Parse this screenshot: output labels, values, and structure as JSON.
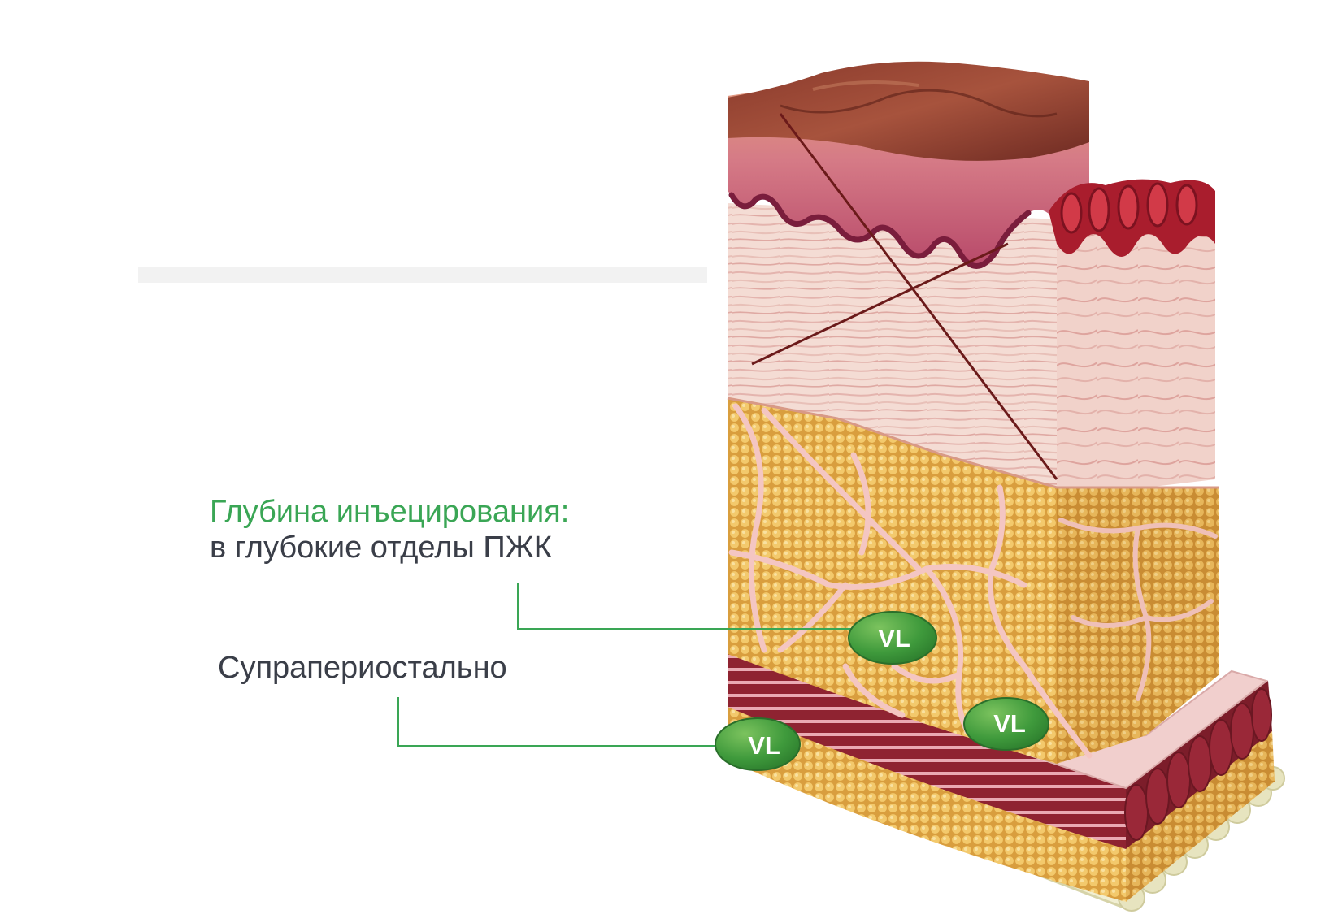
{
  "callouts": {
    "injection_depth_title": "Глубина инъецирования:",
    "injection_depth_detail": "в глубокие отделы ПЖК",
    "supraperiosteal": "Супрапериостально"
  },
  "markers": [
    {
      "label": "VL"
    },
    {
      "label": "VL"
    },
    {
      "label": "VL"
    }
  ],
  "colors": {
    "accent_green": "#3aa655",
    "text_dark": "#3a3e48",
    "marker_green": "#3f9a3c",
    "fat_yellow": "#e8b75c",
    "dermis_pink": "#f2d8d0",
    "epidermis_red": "#b74a5e",
    "muscle_red": "#8f2331",
    "bone_cream": "#f1efd2"
  }
}
